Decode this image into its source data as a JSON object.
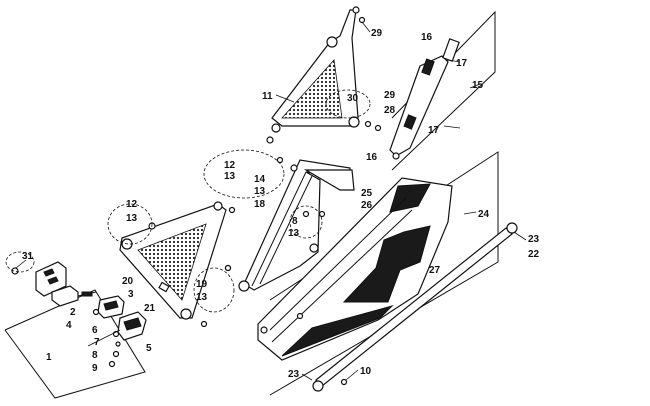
{
  "diagram": {
    "callouts": [
      {
        "id": "c1",
        "text": "1"
      },
      {
        "id": "c2",
        "text": "2"
      },
      {
        "id": "c3",
        "text": "3"
      },
      {
        "id": "c4",
        "text": "4"
      },
      {
        "id": "c5",
        "text": "5"
      },
      {
        "id": "c6",
        "text": "6"
      },
      {
        "id": "c7",
        "text": "7"
      },
      {
        "id": "c8a",
        "text": "8"
      },
      {
        "id": "c8b",
        "text": "8"
      },
      {
        "id": "c9",
        "text": "9"
      },
      {
        "id": "c10",
        "text": "10"
      },
      {
        "id": "c11",
        "text": "11"
      },
      {
        "id": "c12a",
        "text": "12"
      },
      {
        "id": "c12b",
        "text": "12"
      },
      {
        "id": "c13a",
        "text": "13"
      },
      {
        "id": "c13b",
        "text": "13"
      },
      {
        "id": "c13c",
        "text": "13"
      },
      {
        "id": "c13d",
        "text": "13"
      },
      {
        "id": "c13e",
        "text": "13"
      },
      {
        "id": "c14",
        "text": "14"
      },
      {
        "id": "c15",
        "text": "15"
      },
      {
        "id": "c16a",
        "text": "16"
      },
      {
        "id": "c16b",
        "text": "16"
      },
      {
        "id": "c17a",
        "text": "17"
      },
      {
        "id": "c17b",
        "text": "17"
      },
      {
        "id": "c18",
        "text": "18"
      },
      {
        "id": "c19",
        "text": "19"
      },
      {
        "id": "c20",
        "text": "20"
      },
      {
        "id": "c21",
        "text": "21"
      },
      {
        "id": "c22",
        "text": "22"
      },
      {
        "id": "c23a",
        "text": "23"
      },
      {
        "id": "c23b",
        "text": "23"
      },
      {
        "id": "c24",
        "text": "24"
      },
      {
        "id": "c25",
        "text": "25"
      },
      {
        "id": "c26",
        "text": "26"
      },
      {
        "id": "c27",
        "text": "27"
      },
      {
        "id": "c28",
        "text": "28"
      },
      {
        "id": "c29a",
        "text": "29"
      },
      {
        "id": "c29b",
        "text": "29"
      },
      {
        "id": "c30",
        "text": "30"
      },
      {
        "id": "c31",
        "text": "31"
      }
    ]
  }
}
